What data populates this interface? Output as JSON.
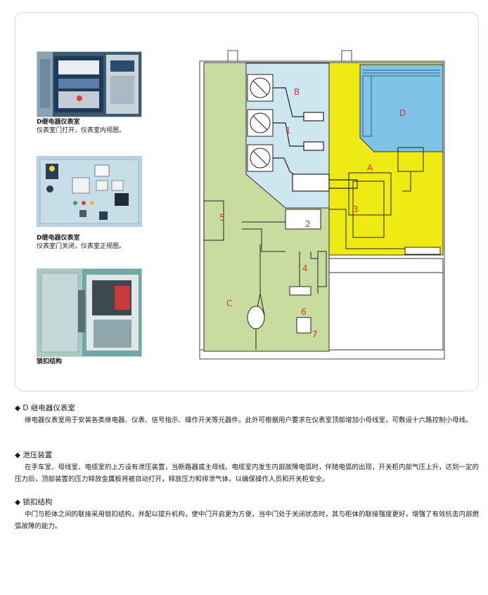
{
  "figures": [
    {
      "title": "D继电器仪表室",
      "subtitle": "仪表室门打开，仪表室内视图。"
    },
    {
      "title": "D继电器仪表室",
      "subtitle": "仪表室门关闭，仪表室正视图。"
    },
    {
      "title": "锁扣结构",
      "subtitle": ""
    }
  ],
  "diagram_labels": {
    "b": "B",
    "d": "D",
    "a": "A",
    "c": "C",
    "n1": "1",
    "n2": "2",
    "n3": "3",
    "n4": "4",
    "n5": "5",
    "n6": "6",
    "n7": "7"
  },
  "colors": {
    "busbar_room": "#cde6f0",
    "relay_room": "#7fc4e6",
    "breaker_room": "#f0ea14",
    "cable_room": "#c9dca0",
    "label": "#d9312b"
  },
  "sections": [
    {
      "bullet": "◆",
      "title": "D 继电器仪表室",
      "body": "继电器仪表室用于安装各类继电器、仪表、信号指示、操作开关等元器件。此外可根据用户要求在仪表室顶部增加小母线室，可敷设十六路控制小母线。"
    },
    {
      "bullet": "◆",
      "title": "泄压装置",
      "body": "在手车室、母线室、电缆室的上方设有泄压装置，当断路器或主母线、电缆室内发生内部故障电弧时，伴随电弧的出现，开关柜内部气压上升，达到一定的压力后，顶部装置的压力释放金属板将被自动打开，释放压力和排泄气体，以确保操作人员和开关柜安全。"
    },
    {
      "bullet": "◆",
      "title": "锁扣结构",
      "body": "中门与柜体之间的联接采用锁扣结构，并配以提升机构，使中门开启更为方便，当中门处于关闭状态时，其与柜体的联接强度更好，增强了有效抗击内部燃弧故障的能力。"
    }
  ]
}
